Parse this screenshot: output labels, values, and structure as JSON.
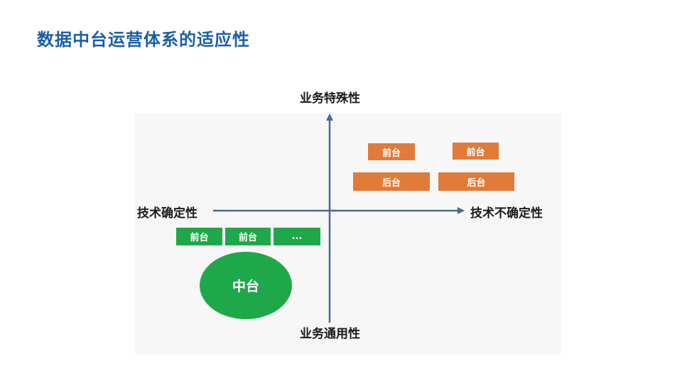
{
  "title": "数据中台运营体系的适应性",
  "axes": {
    "top": "业务特殊性",
    "bottom": "业务通用性",
    "left": "技术确定性",
    "right": "技术不确定性"
  },
  "quadrant_top_right": {
    "row1": [
      "前台",
      "前台"
    ],
    "row2": [
      "后台",
      "后台"
    ]
  },
  "quadrant_bottom_left": {
    "front_row": [
      "前台",
      "前台",
      "..."
    ],
    "center": "中台"
  },
  "colors": {
    "title": "#1a5fa8",
    "axis": "#4a6a8f",
    "orange": "#e07b39",
    "green": "#1fa84a"
  }
}
